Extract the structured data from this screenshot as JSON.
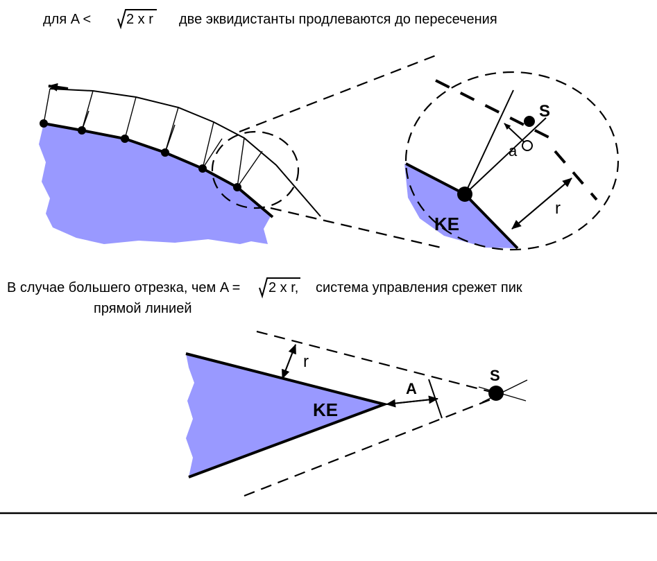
{
  "captions": {
    "top_prefix": "для  A  <",
    "top_root": "2 x r",
    "top_suffix": "две эквидистанты продлеваются до пересечения",
    "middle_prefix": "В случае большего отрезка, чем   A =",
    "middle_root": "2 x r,",
    "middle_suffix": "система управления срежет пик",
    "middle_line2": "прямой линией"
  },
  "labels": {
    "ke": "KE",
    "s": "S",
    "a_small": "a",
    "a_big": "A",
    "r": "r"
  },
  "colors": {
    "material": "#9999ff",
    "line": "#000000"
  }
}
